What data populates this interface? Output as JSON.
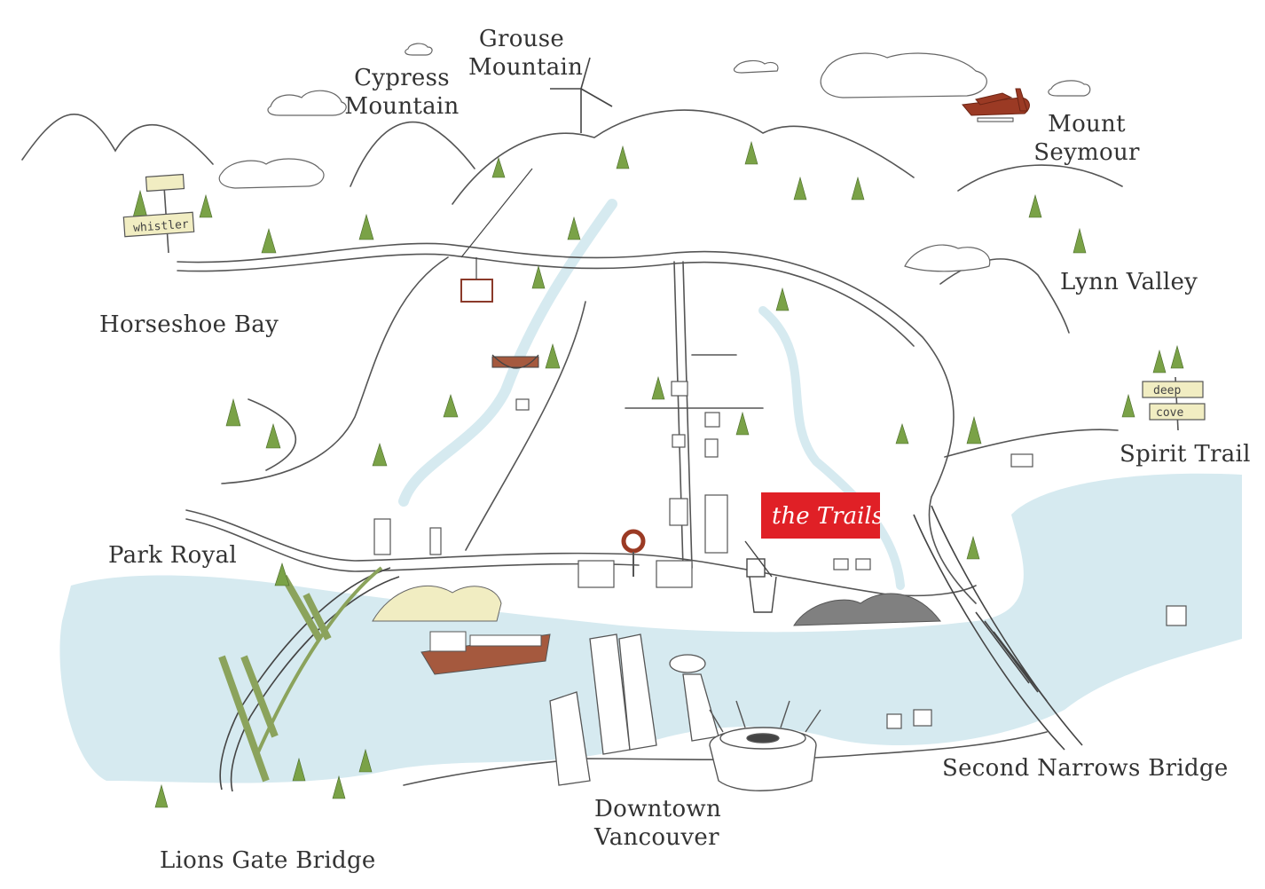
{
  "map": {
    "places": {
      "grouse_mountain": [
        "Grouse",
        "Mountain"
      ],
      "cypress_mountain": [
        "Cypress",
        "Mountain"
      ],
      "mount_seymour": [
        "Mount",
        "Seymour"
      ],
      "horseshoe_bay": "Horseshoe Bay",
      "lynn_valley": "Lynn Valley",
      "spirit_trail": "Spirit Trail",
      "park_royal": "Park Royal",
      "second_narrows_bridge": "Second Narrows Bridge",
      "downtown_vancouver": [
        "Downtown",
        "Vancouver"
      ],
      "lions_gate_bridge": "Lions Gate Bridge"
    },
    "signs": {
      "whistler": "whistler",
      "deep": "deep",
      "cove": "cove"
    },
    "logo": "the Trails",
    "colors": {
      "water": "#d6eaf0",
      "logo": "#e02026",
      "tree": "#7aa247",
      "seaplane": "#9b3a24",
      "ink": "#444444",
      "sand": "#f1edc2",
      "coal": "#808080"
    }
  }
}
